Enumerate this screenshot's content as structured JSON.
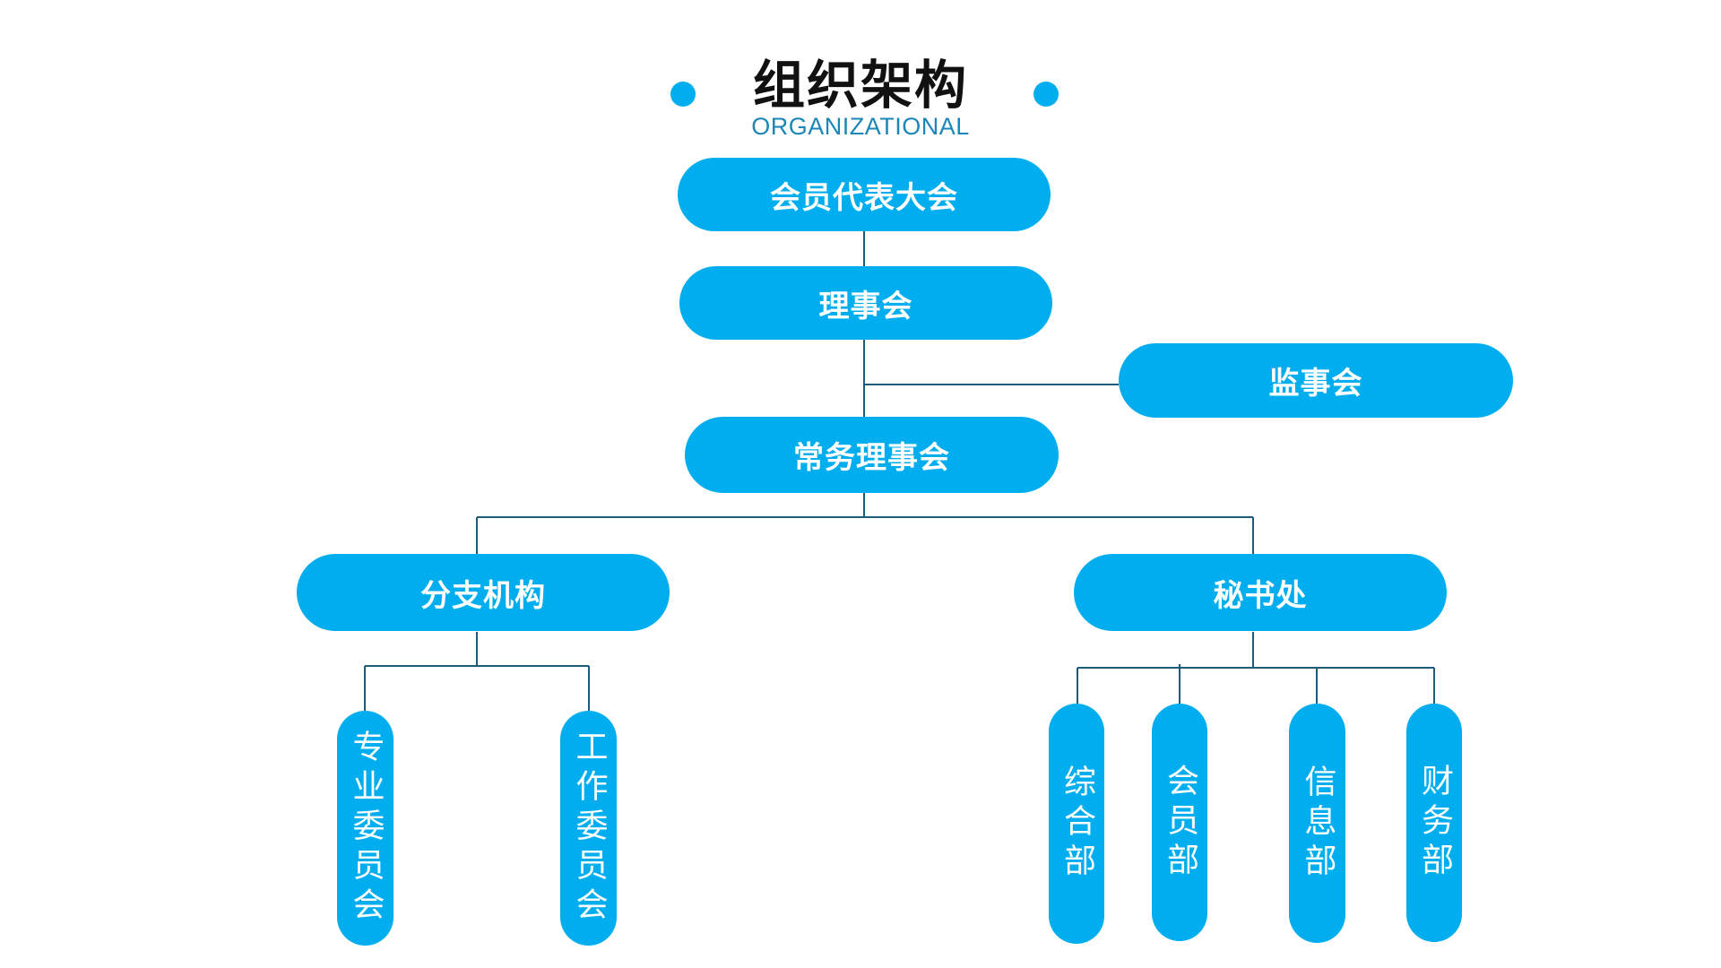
{
  "header": {
    "title": "组织架构",
    "subtitle": "ORGANIZATIONAL"
  },
  "colors": {
    "node_fill": "#00aeef",
    "node_text": "#ffffff",
    "connector": "#1c5c78",
    "subtitle": "#1b87b8",
    "title": "#111111"
  },
  "nodes": {
    "congress": "会员代表大会",
    "council": "理事会",
    "supervisory": "监事会",
    "standing": "常务理事会",
    "branches": "分支机构",
    "secretariat": "秘书处",
    "professional_committee": "专业委员会",
    "working_committee": "工作委员会",
    "general_dept": "综合部",
    "member_dept": "会员部",
    "info_dept": "信息部",
    "finance_dept": "财务部"
  }
}
